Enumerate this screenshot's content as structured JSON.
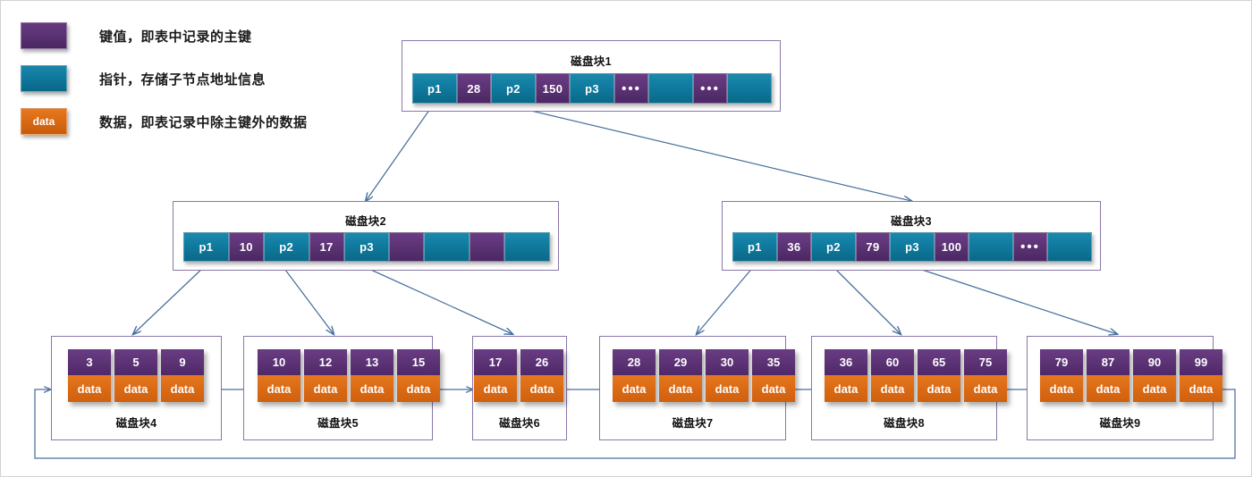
{
  "diagram": {
    "title": "B+Tree index structure",
    "colors": {
      "key_purple": "#5c3375",
      "pointer_teal": "#0f7a9e",
      "data_orange": "#db6a14",
      "node_border": "#8a77a8",
      "connector": "#4a6f9e",
      "canvas_border": "#d2d2d2"
    }
  },
  "legend": {
    "items": [
      {
        "swatch": "key",
        "swatch_label": "",
        "text": "键值，即表中记录的主键"
      },
      {
        "swatch": "pointer",
        "swatch_label": "",
        "text": "指针，存储子节点地址信息"
      },
      {
        "swatch": "data",
        "swatch_label": "data",
        "text": "数据，即表记录中除主键外的数据"
      }
    ]
  },
  "nodes": {
    "block1": {
      "title": "磁盘块1",
      "cells": [
        {
          "type": "ptr",
          "label": "p1"
        },
        {
          "type": "key",
          "label": "28"
        },
        {
          "type": "ptr",
          "label": "p2"
        },
        {
          "type": "key",
          "label": "150"
        },
        {
          "type": "ptr",
          "label": "p3"
        },
        {
          "type": "key",
          "label": "⋯"
        },
        {
          "type": "ptr",
          "label": ""
        },
        {
          "type": "key",
          "label": "⋯"
        },
        {
          "type": "ptr",
          "label": ""
        }
      ]
    },
    "block2": {
      "title": "磁盘块2",
      "cells": [
        {
          "type": "ptr",
          "label": "p1"
        },
        {
          "type": "key",
          "label": "10"
        },
        {
          "type": "ptr",
          "label": "p2"
        },
        {
          "type": "key",
          "label": "17"
        },
        {
          "type": "ptr",
          "label": "p3"
        },
        {
          "type": "key",
          "label": ""
        },
        {
          "type": "ptr",
          "label": ""
        },
        {
          "type": "key",
          "label": ""
        },
        {
          "type": "ptr",
          "label": ""
        }
      ]
    },
    "block3": {
      "title": "磁盘块3",
      "cells": [
        {
          "type": "ptr",
          "label": "p1"
        },
        {
          "type": "key",
          "label": "36"
        },
        {
          "type": "ptr",
          "label": "p2"
        },
        {
          "type": "key",
          "label": "79"
        },
        {
          "type": "ptr",
          "label": "p3"
        },
        {
          "type": "key",
          "label": "100"
        },
        {
          "type": "ptr",
          "label": ""
        },
        {
          "type": "key",
          "label": "⋯"
        },
        {
          "type": "ptr",
          "label": ""
        }
      ]
    },
    "block4": {
      "title": "磁盘块4",
      "records": [
        {
          "key": "3",
          "data": "data"
        },
        {
          "key": "5",
          "data": "data"
        },
        {
          "key": "9",
          "data": "data"
        }
      ]
    },
    "block5": {
      "title": "磁盘块5",
      "records": [
        {
          "key": "10",
          "data": "data"
        },
        {
          "key": "12",
          "data": "data"
        },
        {
          "key": "13",
          "data": "data"
        },
        {
          "key": "15",
          "data": "data"
        }
      ]
    },
    "block6": {
      "title": "磁盘块6",
      "records": [
        {
          "key": "17",
          "data": "data"
        },
        {
          "key": "26",
          "data": "data"
        }
      ]
    },
    "block7": {
      "title": "磁盘块7",
      "records": [
        {
          "key": "28",
          "data": "data"
        },
        {
          "key": "29",
          "data": "data"
        },
        {
          "key": "30",
          "data": "data"
        },
        {
          "key": "35",
          "data": "data"
        }
      ]
    },
    "block8": {
      "title": "磁盘块8",
      "records": [
        {
          "key": "36",
          "data": "data"
        },
        {
          "key": "60",
          "data": "data"
        },
        {
          "key": "65",
          "data": "data"
        },
        {
          "key": "75",
          "data": "data"
        }
      ]
    },
    "block9": {
      "title": "磁盘块9",
      "records": [
        {
          "key": "79",
          "data": "data"
        },
        {
          "key": "87",
          "data": "data"
        },
        {
          "key": "90",
          "data": "data"
        },
        {
          "key": "99",
          "data": "data"
        }
      ]
    }
  },
  "edges": {
    "tree": [
      {
        "from": "block1.p1",
        "to": "block2"
      },
      {
        "from": "block1.p2",
        "to": "block3"
      },
      {
        "from": "block2.p1",
        "to": "block4"
      },
      {
        "from": "block2.p2",
        "to": "block5"
      },
      {
        "from": "block2.p3",
        "to": "block6"
      },
      {
        "from": "block3.p1",
        "to": "block7"
      },
      {
        "from": "block3.p2",
        "to": "block8"
      },
      {
        "from": "block3.p3",
        "to": "block9"
      }
    ],
    "leaf_links": [
      {
        "between": [
          "block4",
          "block5"
        ],
        "bidirectional": true
      },
      {
        "between": [
          "block5",
          "block6"
        ],
        "bidirectional": true
      },
      {
        "between": [
          "block6",
          "block7"
        ],
        "bidirectional": true
      },
      {
        "between": [
          "block7",
          "block8"
        ],
        "bidirectional": true
      },
      {
        "between": [
          "block8",
          "block9"
        ],
        "bidirectional": true
      },
      {
        "between": [
          "block9",
          "block4"
        ],
        "bidirectional": true,
        "style": "wrap-around"
      }
    ]
  }
}
